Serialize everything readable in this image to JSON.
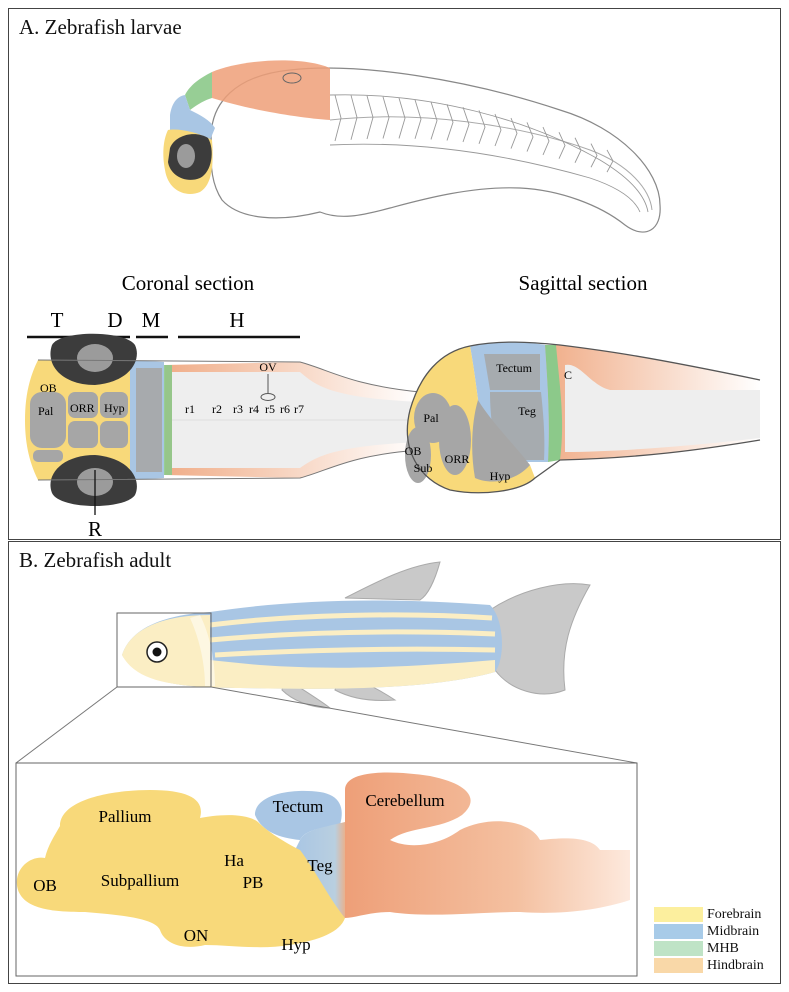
{
  "panel_a": {
    "title": "A. Zebrafish larvae",
    "coronal": {
      "heading": "Coronal section",
      "divisions": [
        "T",
        "D",
        "M",
        "H"
      ],
      "regions": [
        "OB",
        "Pal",
        "ORR",
        "Hyp"
      ],
      "rhombomeres": [
        "r1",
        "r2",
        "r3",
        "r4",
        "r5",
        "r6",
        "r7"
      ],
      "ov_label": "OV",
      "r_label": "R"
    },
    "sagittal": {
      "heading": "Sagittal section",
      "regions": [
        "Tectum",
        "C",
        "Teg",
        "Pal",
        "OB",
        "Sub",
        "ORR",
        "Hyp"
      ]
    }
  },
  "panel_b": {
    "title": "B. Zebrafish adult",
    "brain_regions": [
      "Pallium",
      "Tectum",
      "Cerebellum",
      "Ha",
      "PB",
      "OB",
      "Subpallium",
      "Teg",
      "ON",
      "Hyp"
    ]
  },
  "legend": [
    {
      "label": "Forebrain",
      "color": "#fcef9e"
    },
    {
      "label": "Midbrain",
      "color": "#a8cbe8"
    },
    {
      "label": "MHB",
      "color": "#bfe3c6"
    },
    {
      "label": "Hindbrain",
      "color": "#f9d8a8"
    }
  ],
  "colors": {
    "forebrain": "#f8d97a",
    "midbrain": "#a9c6e4",
    "mhb": "#8cc98a",
    "hindbrain": "#ee9f78",
    "ventricle": "#eeeeee",
    "nuclei": "#a6a6a6",
    "eye": "#4a4a4a"
  }
}
